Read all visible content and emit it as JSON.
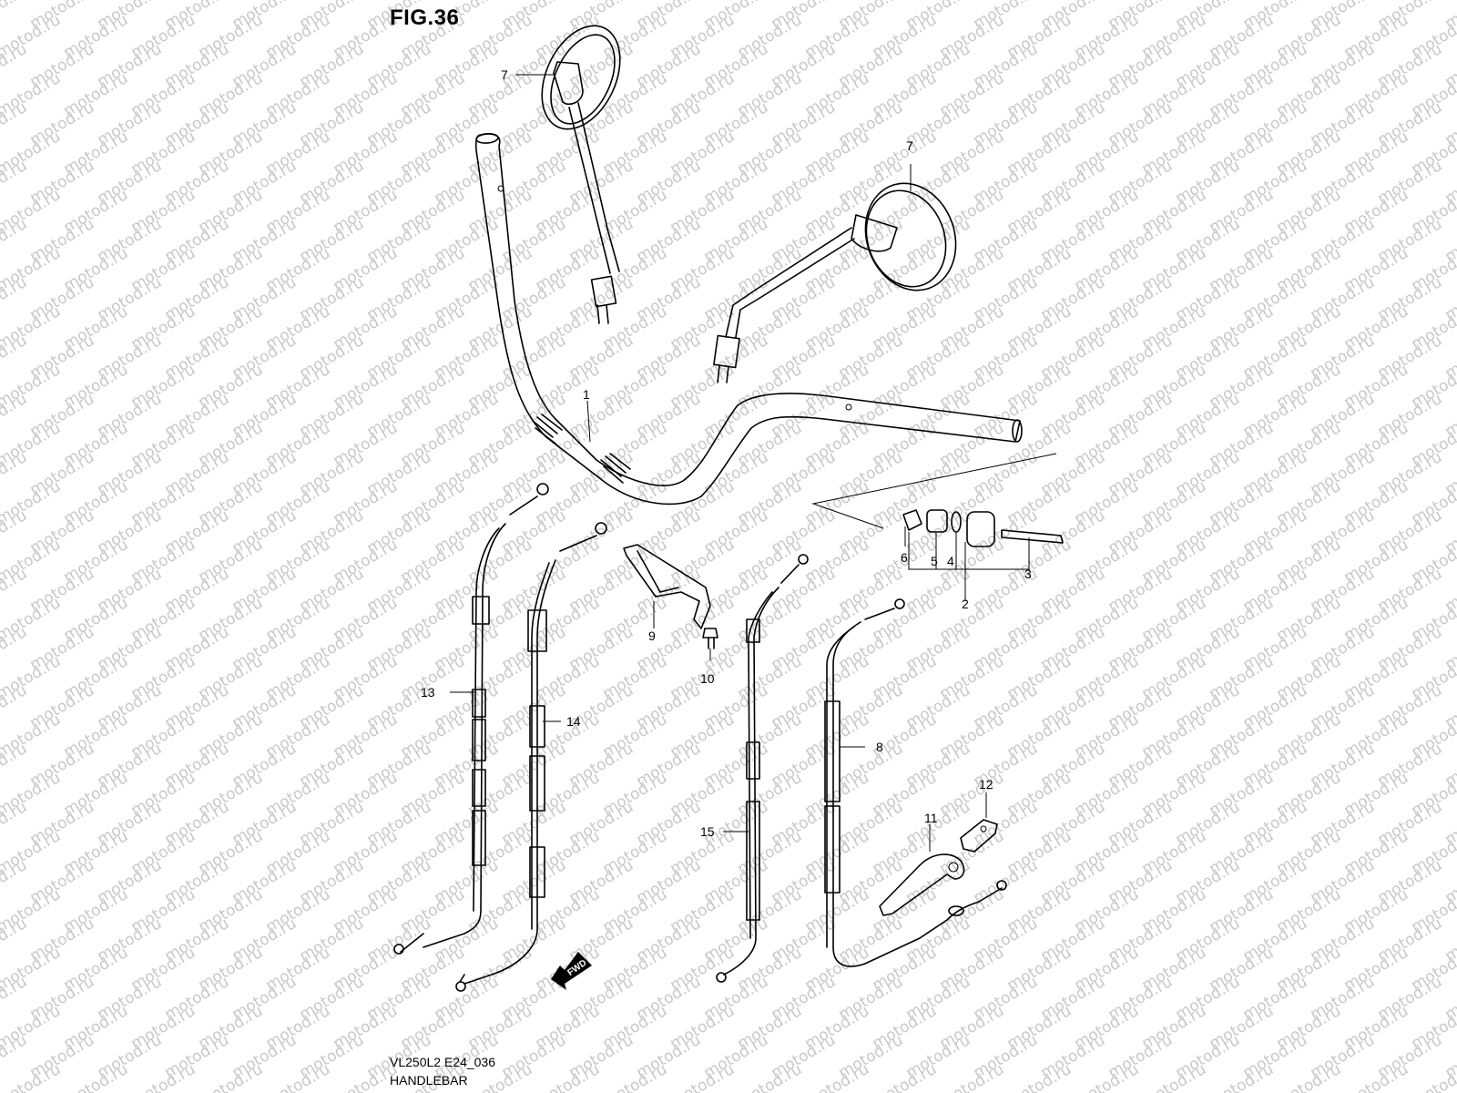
{
  "figure_label": "FIG.36",
  "model_code": "VL250L2 E24_036",
  "caption": "HANDLEBAR",
  "watermark_text": "motod.ru",
  "fwd_label": "FWD",
  "callouts": {
    "p1": "1",
    "p2": "2",
    "p3": "3",
    "p4": "4",
    "p5": "5",
    "p6": "6",
    "p7a": "7",
    "p7b": "7",
    "p8": "8",
    "p9": "9",
    "p10": "10",
    "p11": "11",
    "p12": "12",
    "p13": "13",
    "p14": "14",
    "p15": "15"
  },
  "colors": {
    "line": "#000000",
    "watermark": "#c8c8c8",
    "background": "#ffffff"
  }
}
